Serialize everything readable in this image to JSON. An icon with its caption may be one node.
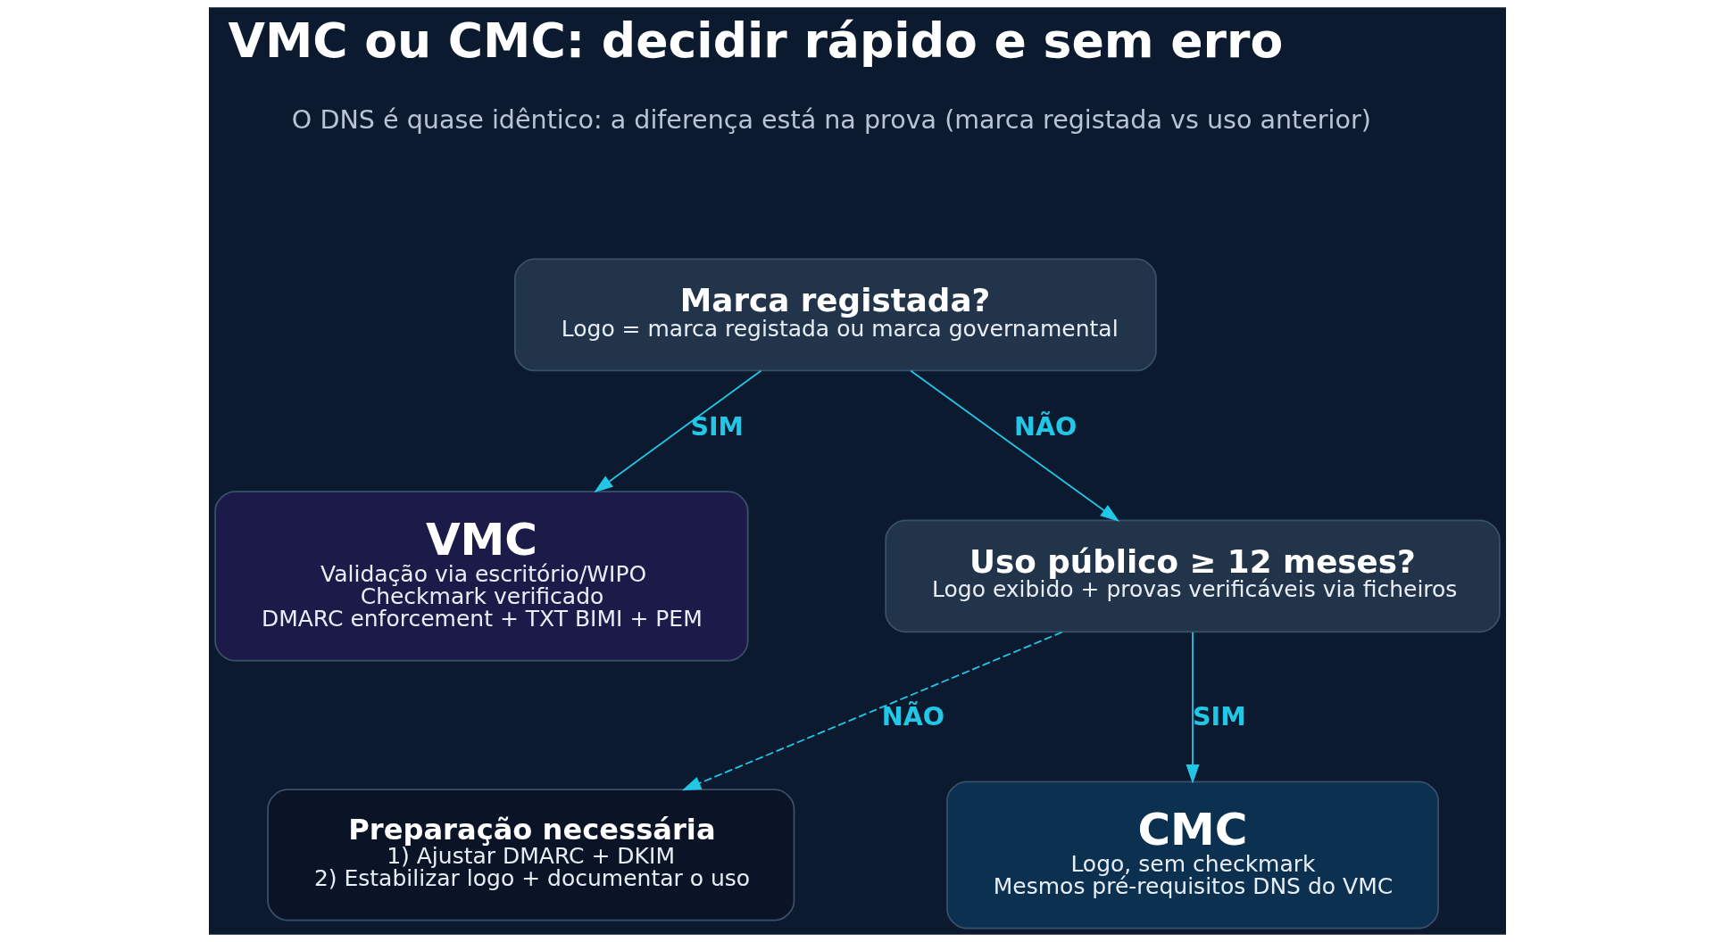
{
  "diagram": {
    "title": "VMC ou CMC: decidir rápido e sem erro",
    "nodes": [
      {
        "text": [
          "Marca registada?",
          "Logo = marca registada ou marca governamental"
        ]
      },
      {
        "text": [
          "VMC",
          "Validação via escritório/WIPO",
          "Checkmark verificado",
          "DMARC enforcement + TXT BIMI + PEM"
        ]
      },
      {
        "text": [
          "Uso público ≥ 12 meses?",
          "Logo exibido + provas verificáveis via ficheiros"
        ]
      },
      {
        "text": [
          "Preparação necessária",
          "1) Ajustar DMARC + DKIM",
          "2) Estabilizar logo + documentar o uso"
        ]
      },
      {
        "text": [
          "CMC",
          "Logo, sem checkmark",
          "Mesmos pré-requisitos DNS do VMC"
        ]
      }
    ],
    "edges": [
      {
        "from": 0,
        "to": 1,
        "arrow": "to",
        "label": "SIM"
      },
      {
        "from": 0,
        "to": 2,
        "arrow": "to",
        "label": "NÃO"
      },
      {
        "from": 2,
        "to": 4,
        "arrow": "to",
        "label": "SIM"
      },
      {
        "from": 2,
        "to": 3,
        "arrow": "to",
        "label": "NÃO",
        "style": "dashed"
      }
    ],
    "labels": [
      "O DNS é quase idêntico: a diferença está na prova (marca registada vs uso anterior)"
    ]
  }
}
